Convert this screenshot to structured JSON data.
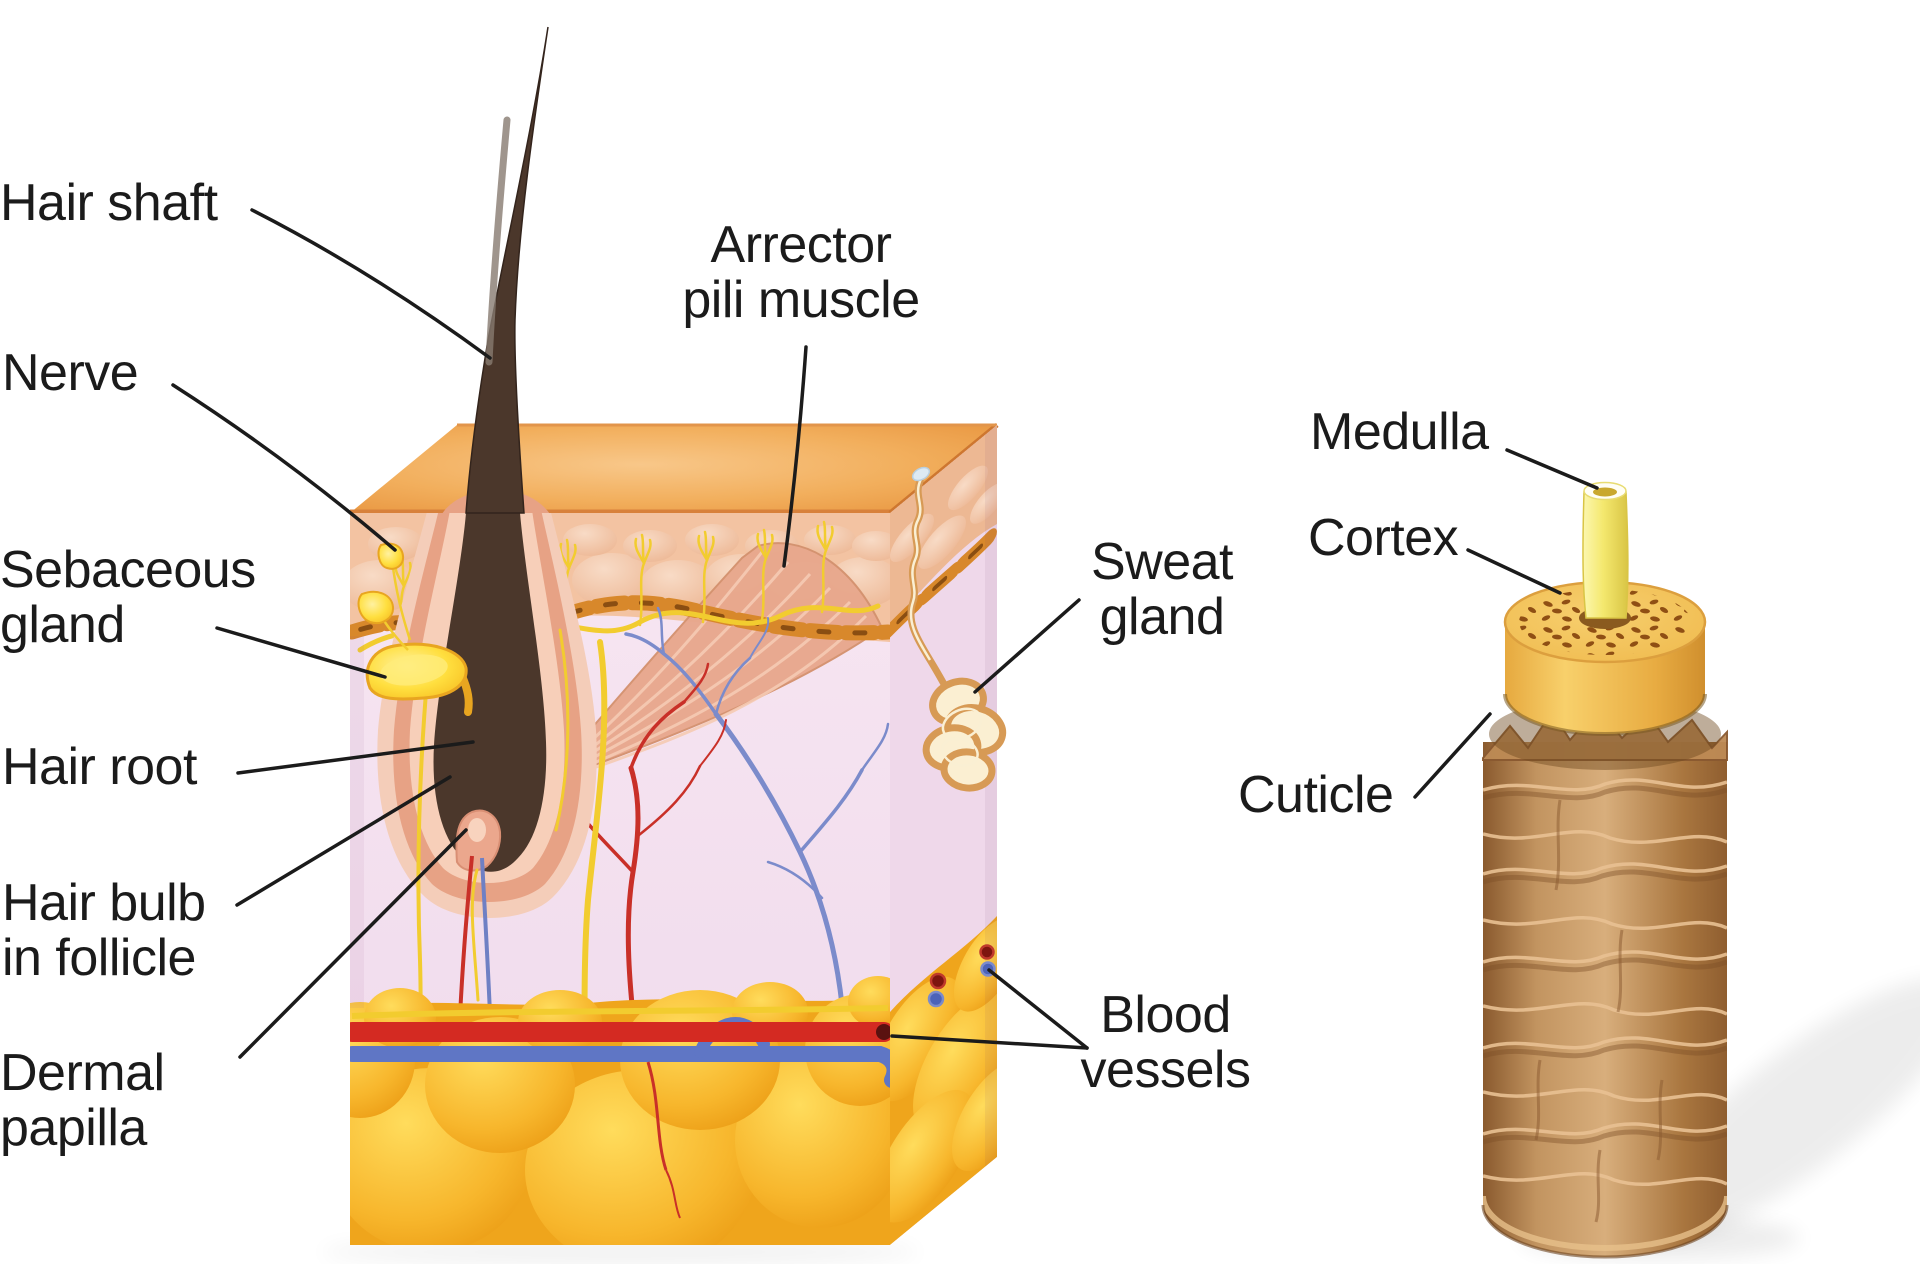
{
  "labels": {
    "hair_shaft": {
      "text": "Hair shaft"
    },
    "nerve": {
      "text": "Nerve"
    },
    "sebaceous_gland": {
      "line1": "Sebaceous",
      "line2": "gland"
    },
    "hair_root": {
      "text": "Hair root"
    },
    "hair_bulb": {
      "line1": "Hair bulb",
      "line2": "in follicle"
    },
    "dermal_papilla": {
      "line1": "Dermal",
      "line2": "papilla"
    },
    "arrector_pili": {
      "line1": "Arrector",
      "line2": "pili muscle"
    },
    "sweat_gland": {
      "line1": "Sweat",
      "line2": "gland"
    },
    "blood_vessels": {
      "line1": "Blood",
      "line2": "vessels"
    },
    "medulla": {
      "text": "Medulla"
    },
    "cortex": {
      "text": "Cortex"
    },
    "cuticle": {
      "text": "Cuticle"
    }
  },
  "colors": {
    "background": "#FFFFFF",
    "label_text": "#1B1B1B",
    "pointer_line": "#1B1B1B",
    "hair": "#4B372B",
    "skin_surface": "#EFA24B",
    "epidermis": "#F3C3A2",
    "dermis": "#F5E2F0",
    "subcutaneous_fat": "#F7B32B",
    "nerve_yellow": "#F2CC2F",
    "artery_red": "#C93028",
    "vein_blue": "#7B8BCB",
    "sebaceous_yellow": "#FFD92E",
    "muscle_salmon": "#E8A88D",
    "follicle_sheath": "#E7A285",
    "sweat_gland_tan": "#D79A55",
    "medulla_yellow": "#F7F08C",
    "cortex_gold": "#F2BF55",
    "cuticle_brown": "#C0895C"
  }
}
